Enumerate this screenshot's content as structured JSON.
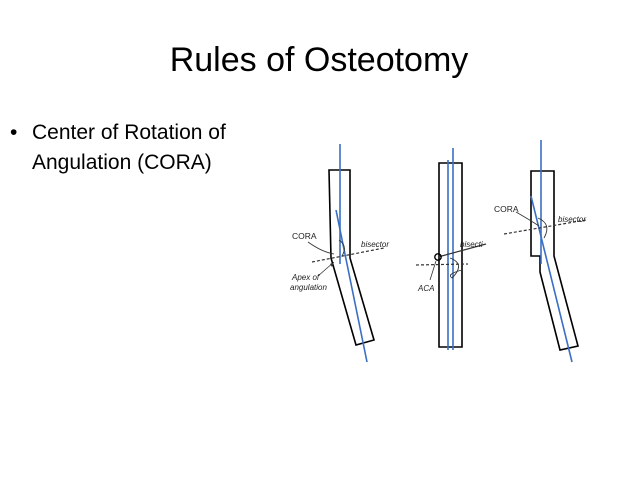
{
  "slide": {
    "title": "Rules of Osteotomy",
    "bullet_text": "Center of Rotation of Angulation (CORA)",
    "bullet_glyph": "•"
  },
  "figure": {
    "labels": {
      "cora_1": "CORA",
      "bisector_1": "bisector",
      "apex": "Apex of angulation",
      "apex_line1": "Apex of",
      "apex_line2": "angulation",
      "bisector_2": "bisecti",
      "aca": "ACA",
      "cora_3": "CORA",
      "bisector_3": "bisector"
    },
    "colors": {
      "axis_line": "#3a6fc4",
      "bone_outline": "#000000",
      "bisector_line": "#333333"
    }
  }
}
